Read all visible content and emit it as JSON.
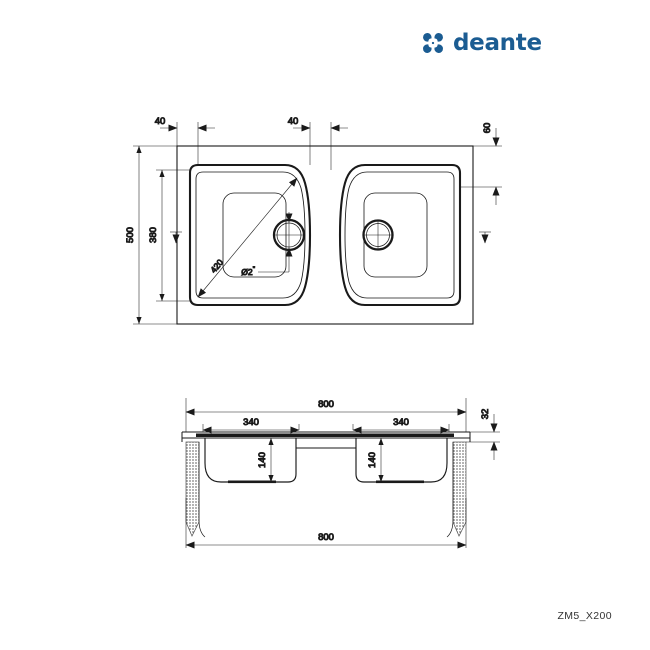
{
  "document": {
    "type": "technical-drawing",
    "part_code": "ZM5_X200",
    "background_color": "#ffffff",
    "line_color": "#1a1a1a"
  },
  "brand": {
    "name": "deante",
    "logo_icon": "deante-pinwheel-icon",
    "color": "#1b5c92"
  },
  "views": {
    "top": {
      "name": "top-view",
      "dimensions": {
        "top_left_offset": "40",
        "top_center_offset": "40",
        "right_offset": "60",
        "overall_depth": "500",
        "bowl_depth": "380",
        "bowl_diagonal": "420",
        "drain_diameter": "Ø2",
        "drain_diameter_unit": "\""
      }
    },
    "section": {
      "name": "section-view",
      "dimensions": {
        "overall_width_top": "800",
        "bowl_width_left": "340",
        "bowl_width_right": "340",
        "rim_thickness": "32",
        "bowl_height_left": "140",
        "bowl_height_right": "140",
        "overall_width_bottom": "800"
      }
    }
  },
  "labels": {
    "d40a": "40",
    "d40b": "40",
    "d60": "60",
    "d500": "500",
    "d380": "380",
    "d420": "420",
    "ddia": "Ø2",
    "ddia_sup": "\"",
    "d800top": "800",
    "d340a": "340",
    "d340b": "340",
    "d32": "32",
    "d140a": "140",
    "d140b": "140",
    "d800bot": "800",
    "code": "ZM5_X200"
  }
}
